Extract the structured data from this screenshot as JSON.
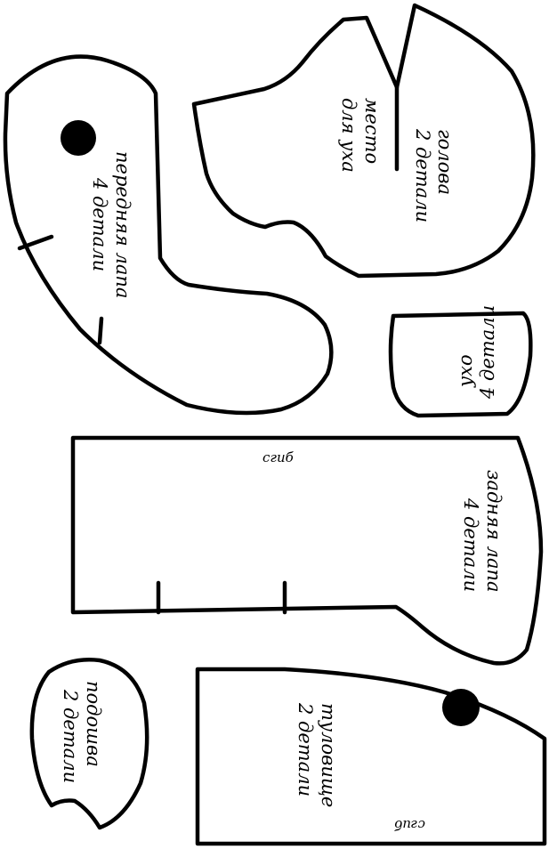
{
  "pieces": {
    "head": {
      "name": "голова",
      "count": "2 детали"
    },
    "ear_place": {
      "line1": "место",
      "line2": "для уха"
    },
    "front_paw": {
      "name": "передняя лапа",
      "count": "4 детали"
    },
    "ear": {
      "name": "ухо",
      "count": "4 детали"
    },
    "back_paw": {
      "name": "задняя лапа",
      "count": "4 детали",
      "fold": "сгиб"
    },
    "sole": {
      "name": "подошва",
      "count": "2 детали"
    },
    "body": {
      "name": "туловище",
      "count": "2 детали",
      "fold": "сгиб"
    }
  },
  "colors": {
    "outline": "#000000",
    "fill": "#ffffff"
  }
}
